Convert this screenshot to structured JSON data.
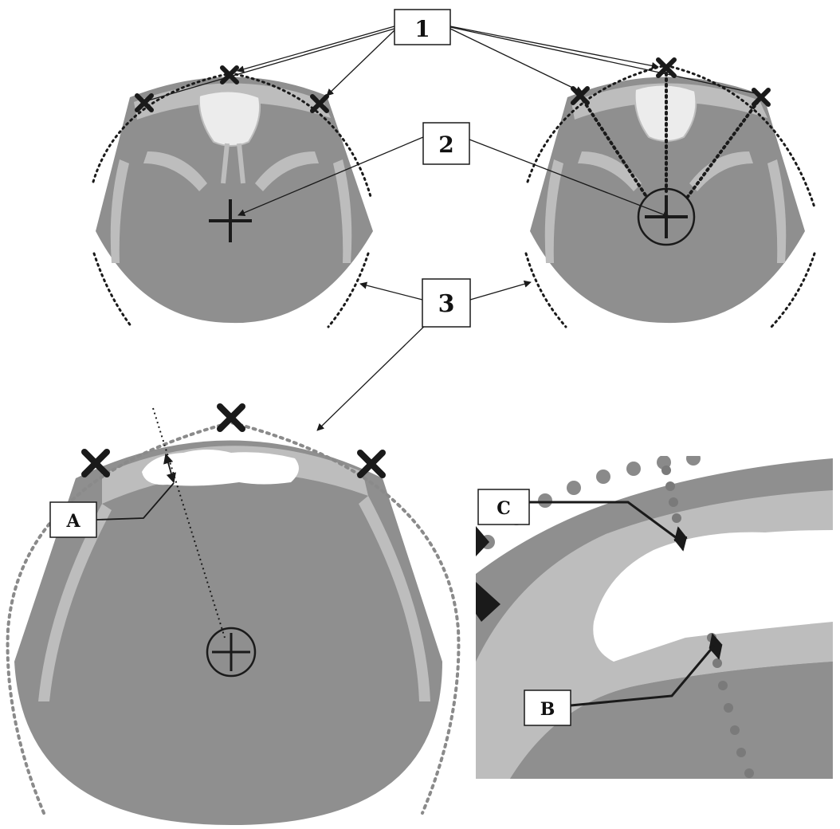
{
  "labels": {
    "l1": "1",
    "l2": "2",
    "l3": "3",
    "lA": "A",
    "lB": "B",
    "lC": "C"
  },
  "colors": {
    "tissue": "#8f8f8f",
    "bone": "#bdbdbd",
    "sinus": "#ffffff",
    "outline": "#1a1a1a",
    "marker": "#1a1a1a",
    "dot_arc": "#8a8a8a"
  }
}
